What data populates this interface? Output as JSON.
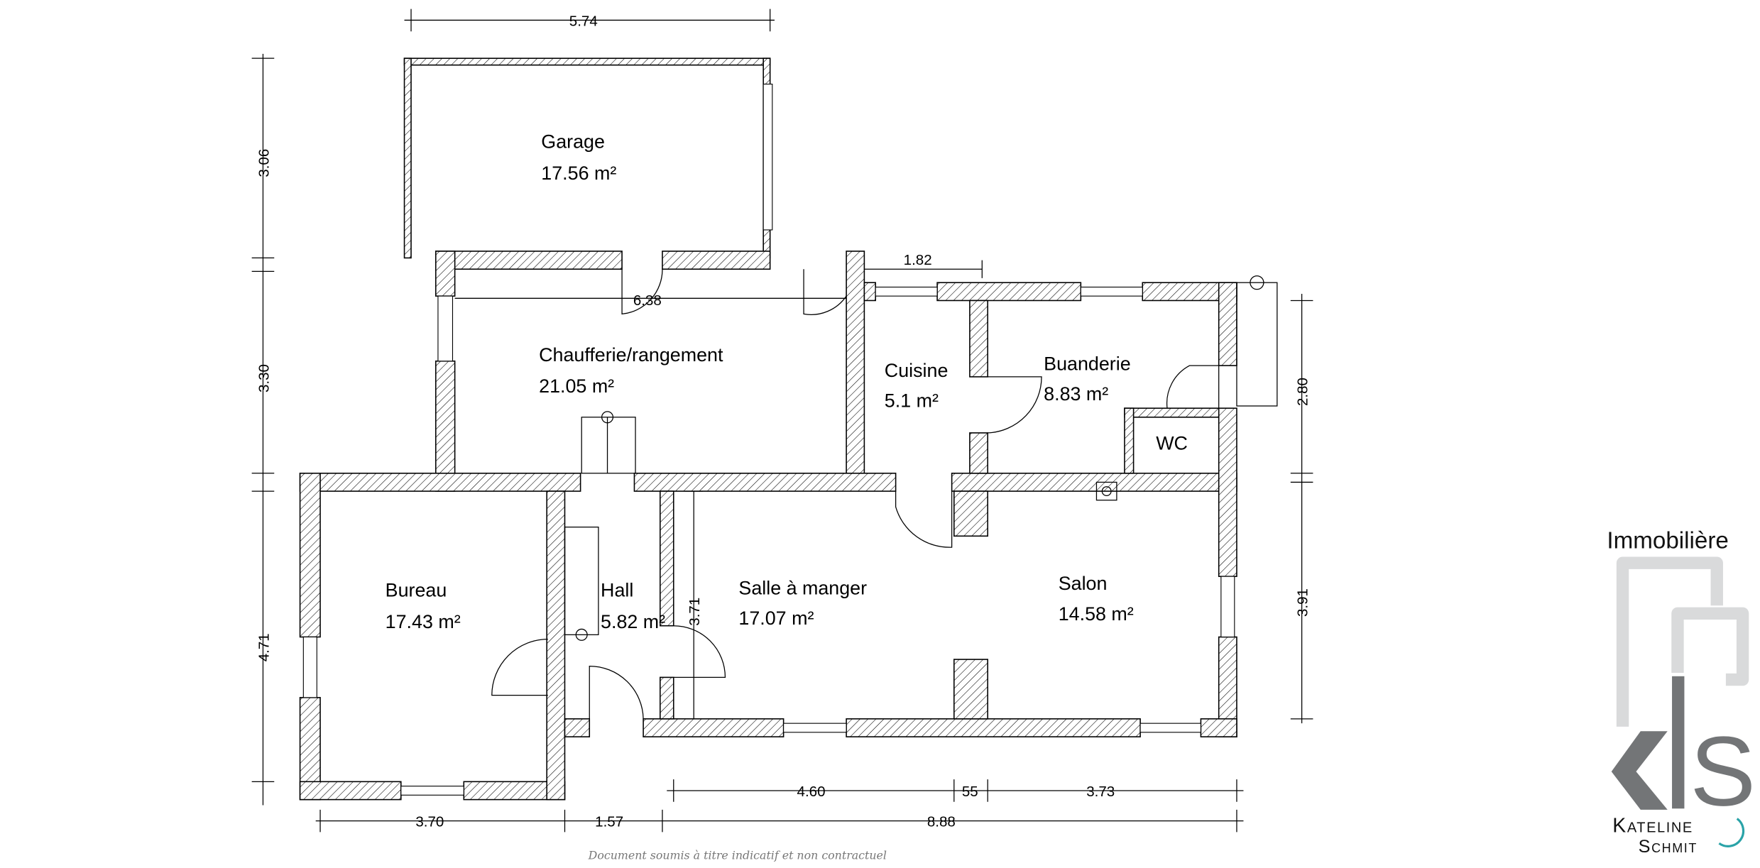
{
  "rooms": [
    {
      "name": "Garage",
      "area": "17.56 m²"
    },
    {
      "name": "Chaufferie/rangement",
      "area": "21.05 m²"
    },
    {
      "name": "Cuisine",
      "area": "5.1 m²"
    },
    {
      "name": "Buanderie",
      "area": "8.83 m²"
    },
    {
      "name": "WC"
    },
    {
      "name": "Bureau",
      "area": "17.43 m²"
    },
    {
      "name": "Hall",
      "area": "5.82 m²"
    },
    {
      "name": "Salle à manger",
      "area": "17.07 m²"
    },
    {
      "name": "Salon",
      "area": "14.58 m²"
    }
  ],
  "dimensions": {
    "garage_width": "5.74",
    "garage_depth": "3.06",
    "chaufferie_depth": "3.30",
    "bureau_depth": "4.71",
    "chaufferie_width": "6.38",
    "cuisine_width": "1.82",
    "salle_depth": "3.71",
    "buanderie_depth": "2.80",
    "salon_depth": "3.91",
    "bureau_width": "3.70",
    "hall_width": "1.57",
    "total_width": "8.88",
    "salle_width": "4.60",
    "partition": "55",
    "salon_width": "3.73"
  },
  "logo": {
    "top": "Immobilière",
    "line1": "Kateline",
    "line2": "Schmit",
    "accent": "#2aa3a8",
    "dark": "#737577",
    "light": "#d9dadb"
  },
  "disclaimer": "Document soumis à titre indicatif et non contractuel"
}
